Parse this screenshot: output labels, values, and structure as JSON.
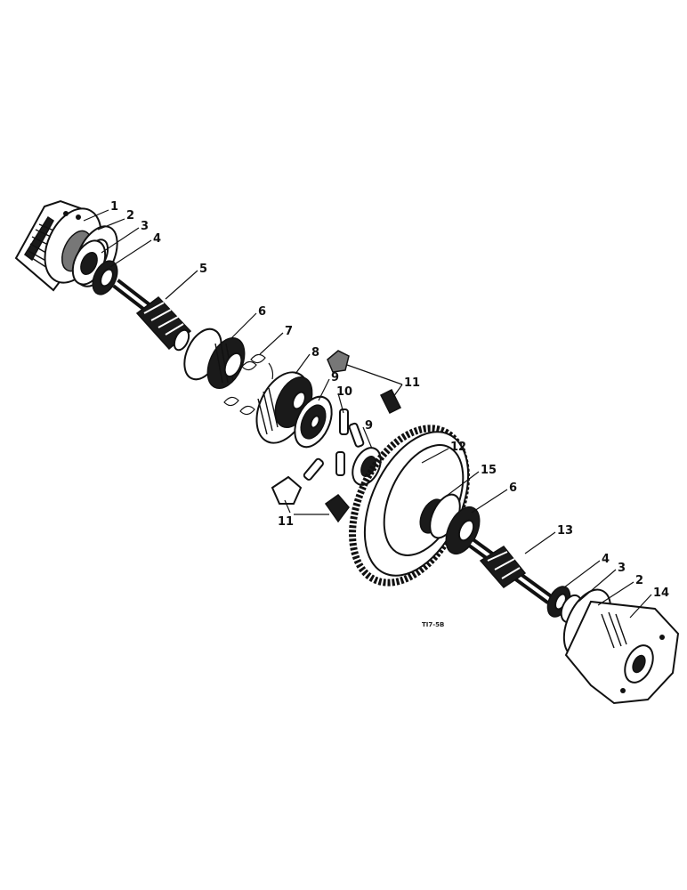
{
  "diagram": {
    "callouts": {
      "c1": "1",
      "c2a": "2",
      "c3a": "3",
      "c4a": "4",
      "c5": "5",
      "c6a": "6",
      "c7": "7",
      "c8": "8",
      "c9a": "9",
      "c10": "10",
      "c11a": "11",
      "c9b": "9",
      "c12": "12",
      "c15": "15",
      "c6b": "6",
      "c11b": "11",
      "c13": "13",
      "c4b": "4",
      "c3b": "3",
      "c2b": "2",
      "c14": "14"
    },
    "drawing_code": "TI7-5B"
  }
}
